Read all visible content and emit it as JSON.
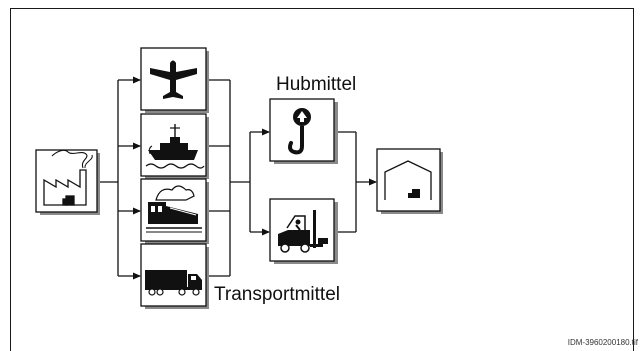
{
  "labels": {
    "hubmittel": "Hubmittel",
    "transportmittel": "Transportmittel",
    "file_id": "IDM-3960200180.tif"
  },
  "icons": [
    {
      "id": "factory",
      "name": "factory-icon"
    },
    {
      "id": "airplane",
      "name": "airplane-icon"
    },
    {
      "id": "ship",
      "name": "ship-icon"
    },
    {
      "id": "train",
      "name": "train-icon"
    },
    {
      "id": "truck",
      "name": "truck-icon"
    },
    {
      "id": "crane-hook",
      "name": "crane-hook-icon"
    },
    {
      "id": "forklift",
      "name": "forklift-icon"
    },
    {
      "id": "warehouse",
      "name": "warehouse-icon"
    }
  ],
  "colors": {
    "line": "#111111",
    "box_fill": "#ffffff",
    "box_shadow": "#8a8a8a"
  }
}
